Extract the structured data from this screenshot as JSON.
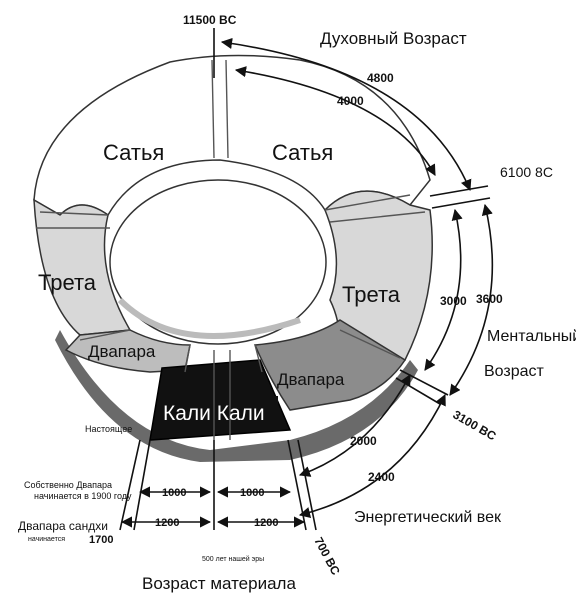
{
  "labels": {
    "date_11500": "11500 BC",
    "spiritual_age": "Духовный Возраст",
    "n4800": "4800",
    "n4000": "4000",
    "date_6100": "6100 8C",
    "n3000": "3000",
    "n3600": "3600",
    "mental_age_line1": "Ментальный",
    "mental_age_line2": "Возраст",
    "date_3100": "3100 BC",
    "n2000": "2000",
    "n2400": "2400",
    "energy_age": "Энергетический век",
    "date_700": "700 BC",
    "n1000_left": "1000",
    "n1000_right": "1000",
    "n1200_left": "1200",
    "n1200_right": "1200",
    "date_1700": "1700",
    "present": "Настоящее",
    "dvapara_1900_line1": "Собственно Двапара",
    "dvapara_1900_line2": "начинается в 1900 году",
    "dvapara_sandhi": "Двапара сандхи",
    "begins": "начинается",
    "ad_500": "500 лет нашей эры",
    "material_age": "Возраст материала",
    "satya_left": "Сатья",
    "satya_right": "Сатья",
    "treta_left": "Трета",
    "treta_right": "Трета",
    "dvapara_left": "Двапара",
    "dvapara_right": "Двапара",
    "kali": "Кали Кали"
  },
  "colors": {
    "satya": "#ffffff",
    "treta": "#d8d8d8",
    "dvapara": "#9a9a9a",
    "kali": "#111111",
    "ink": "#111111"
  }
}
